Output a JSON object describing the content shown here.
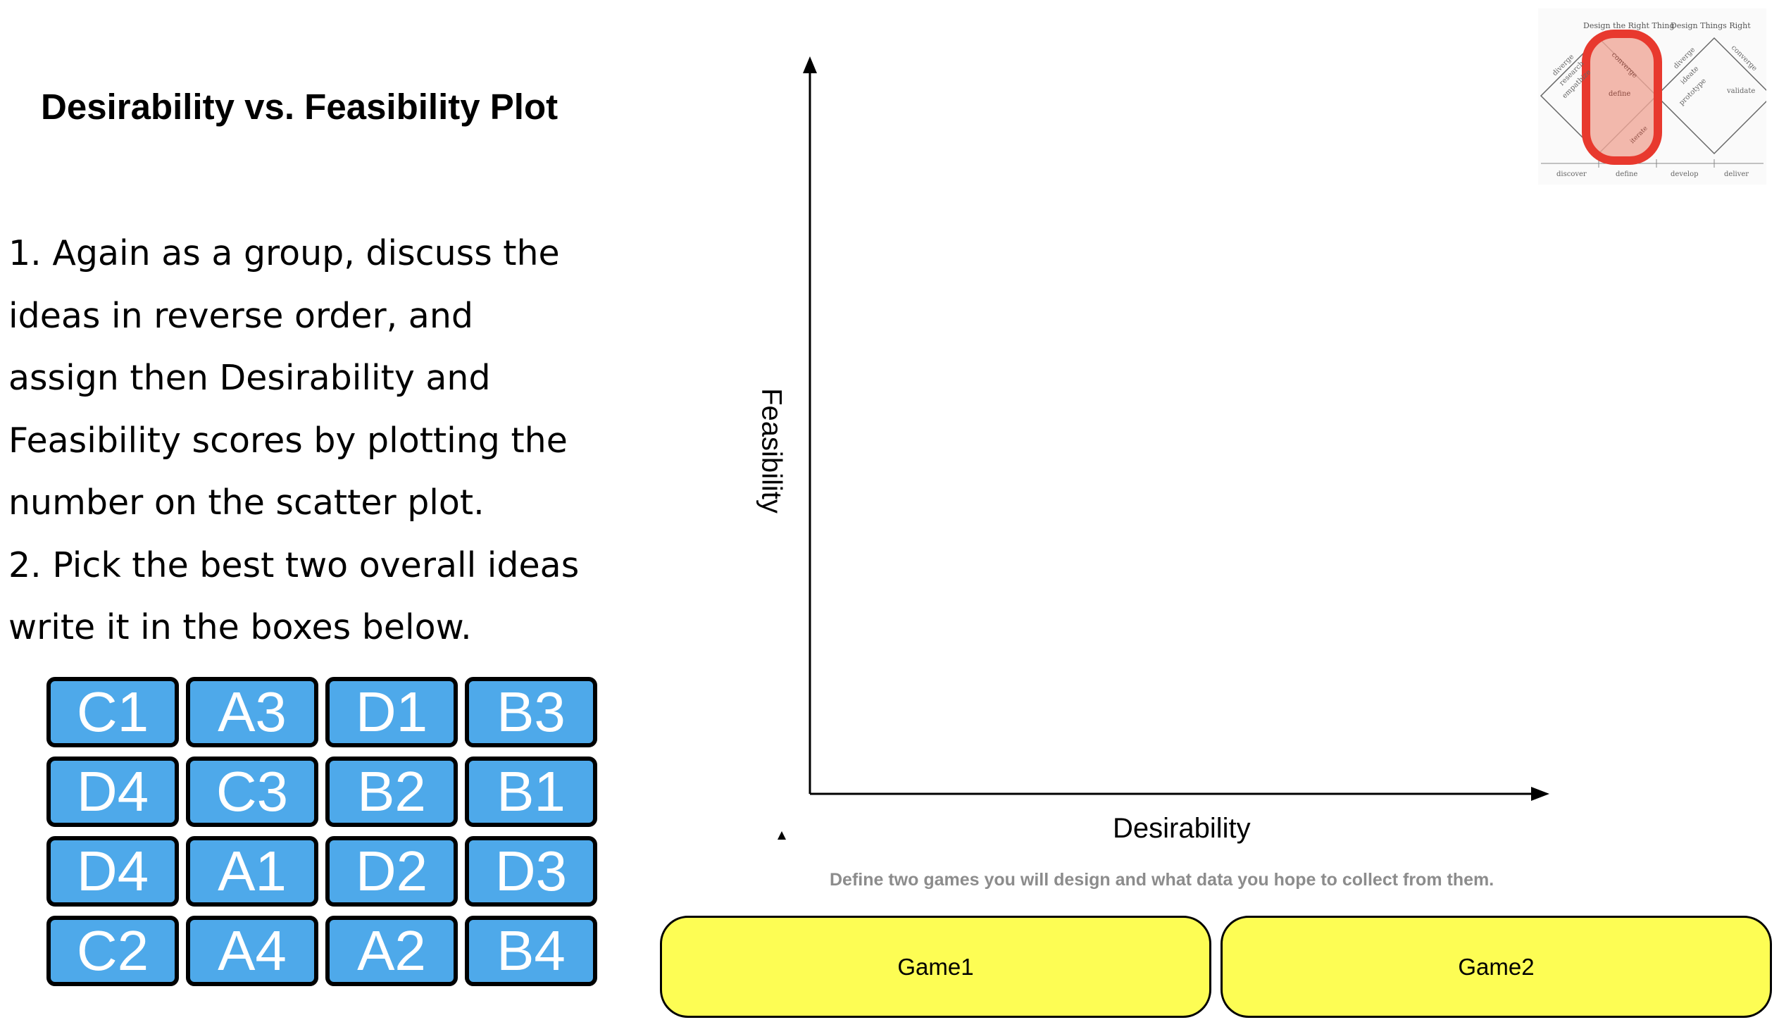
{
  "title": "Desirability vs. Feasibility Plot",
  "instructions": [
    "1. Again as a group, discuss the",
    "ideas in reverse order, and",
    "assign then Desirability and",
    "Feasibility scores by plotting the",
    "number on the scatter plot.",
    "2. Pick the best two overall ideas",
    "write it in the boxes below."
  ],
  "tiles": [
    "C1",
    "A3",
    "D1",
    "B3",
    "D4",
    "C3",
    "B2",
    "B1",
    "D4",
    "A1",
    "D2",
    "D3",
    "C2",
    "A4",
    "A2",
    "B4"
  ],
  "plot": {
    "x_label": "Desirability",
    "y_label": "Feasibility"
  },
  "define_note": "Define two games you will design and what data you hope to collect from them.",
  "games": {
    "game1": "Game1",
    "game2": "Game2"
  },
  "thumbnail": {
    "heading_left": "Design the Right Thing",
    "heading_right": "Design Things Right",
    "words": {
      "diverge1": "diverge",
      "converge1": "converge",
      "research": "research",
      "empathize": "empathize",
      "define_center": "define",
      "diverge2": "diverge",
      "ideate": "ideate",
      "prototype": "prototype",
      "converge2": "converge",
      "validate": "validate",
      "iterate": "iterate"
    },
    "phases": [
      "discover",
      "define",
      "develop",
      "deliver"
    ],
    "colors": {
      "highlight": "#e8392e",
      "highlight_fill": "#f0a898"
    }
  }
}
